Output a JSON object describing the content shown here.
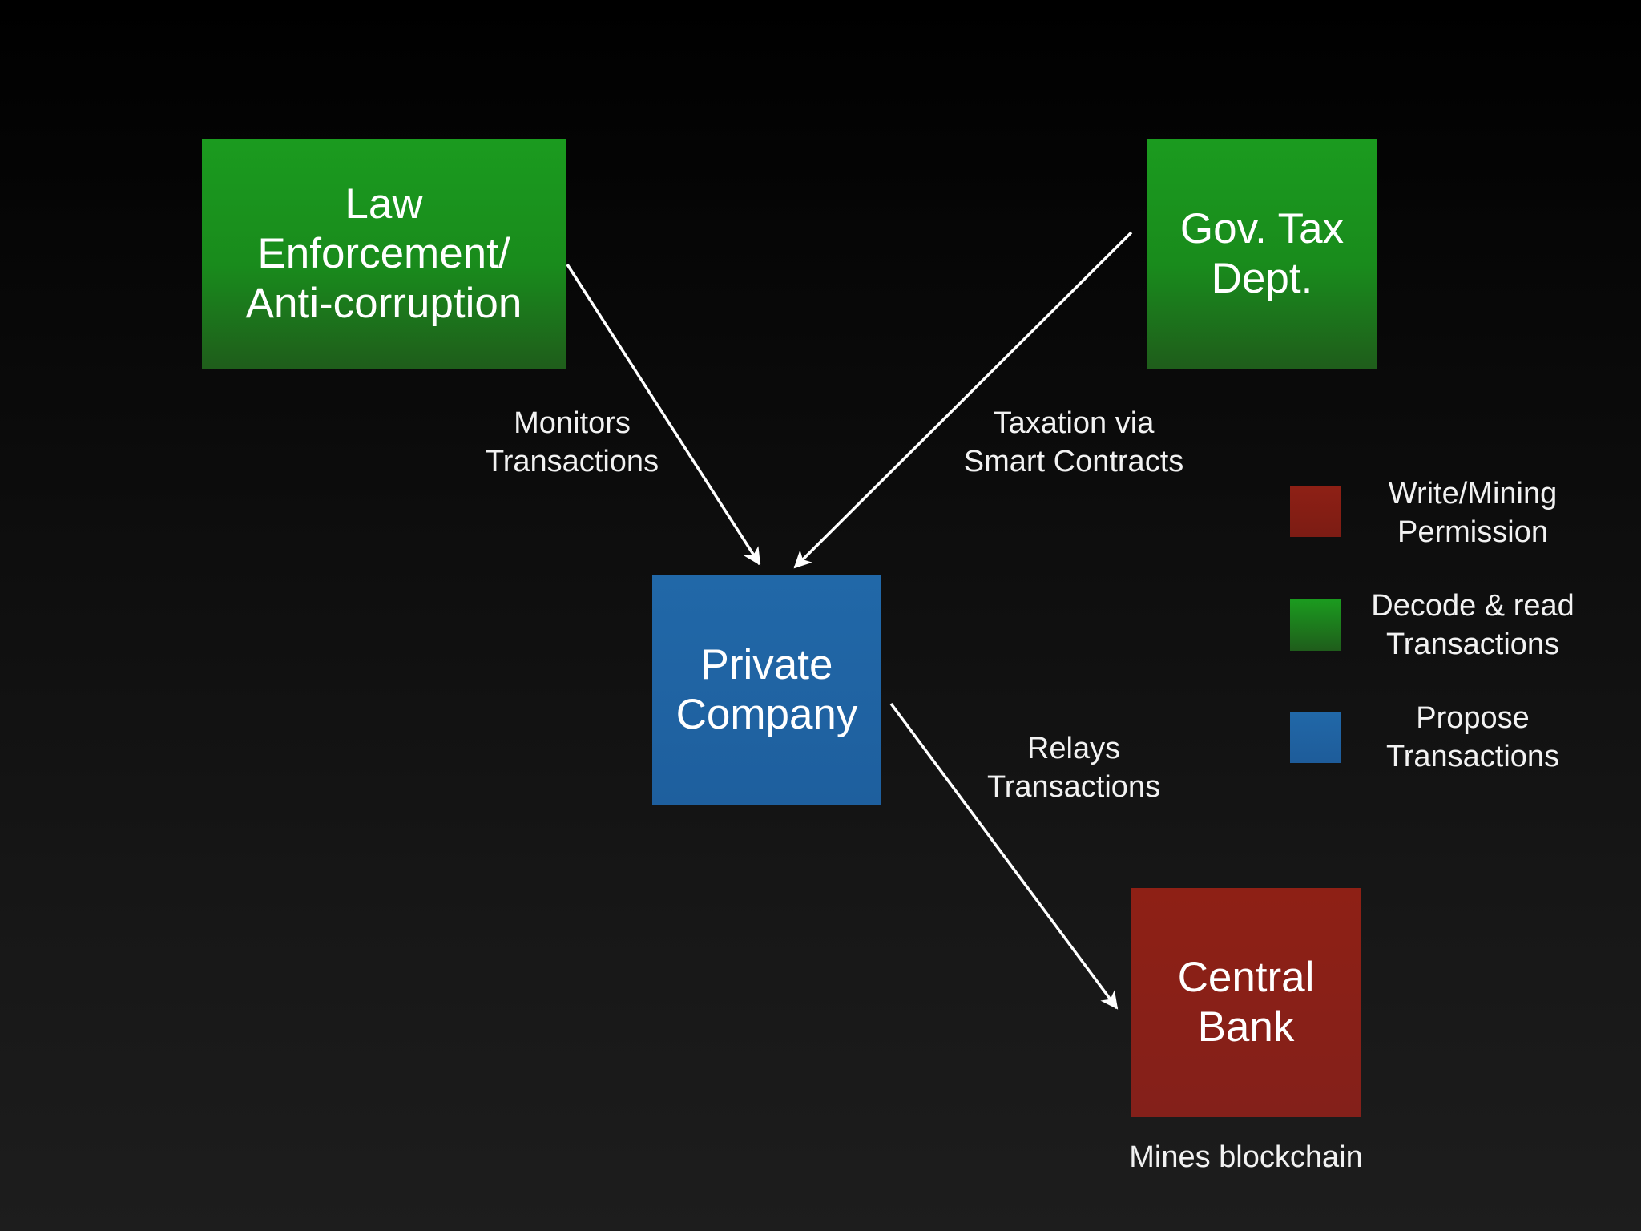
{
  "nodes": {
    "law": {
      "line1": "Law",
      "line2": "Enforcement/",
      "line3": "Anti-corruption"
    },
    "tax": {
      "line1": "Gov. Tax",
      "line2": "Dept."
    },
    "company": {
      "line1": "Private",
      "line2": "Company"
    },
    "bank": {
      "line1": "Central",
      "line2": "Bank"
    }
  },
  "edges": {
    "monitors": {
      "line1": "Monitors",
      "line2": "Transactions"
    },
    "taxation": {
      "line1": "Taxation via",
      "line2": "Smart Contracts"
    },
    "relays": {
      "line1": "Relays",
      "line2": "Transactions"
    }
  },
  "notes": {
    "mines": "Mines blockchain"
  },
  "legend": {
    "write": {
      "line1": "Write/Mining",
      "line2": "Permission",
      "color": "#8e2015"
    },
    "decode": {
      "line1": "Decode & read",
      "line2": "Transactions",
      "color": "#1b9b1f"
    },
    "propose": {
      "line1": "Propose",
      "line2": "Transactions",
      "color": "#2168a8"
    }
  },
  "colors": {
    "green": "#1b9b1f",
    "blue": "#2168a8",
    "red": "#8e2015",
    "arrow": "#ffffff"
  }
}
